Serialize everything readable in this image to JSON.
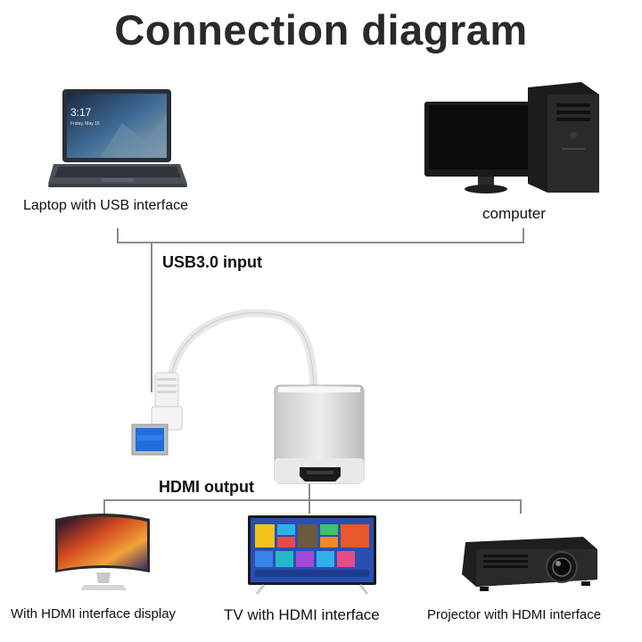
{
  "title": "Connection diagram",
  "sources": [
    {
      "label": "Laptop with USB interface",
      "icon": "laptop-icon"
    },
    {
      "label": "computer",
      "icon": "desktop-computer-icon"
    }
  ],
  "input_label": "USB3.0 input",
  "output_label": "HDMI output",
  "adapter": {
    "icon": "usb-to-hdmi-adapter-icon"
  },
  "outputs": [
    {
      "label": "With HDMI interface display",
      "icon": "curved-monitor-icon"
    },
    {
      "label": "TV with HDMI interface",
      "icon": "smart-tv-icon"
    },
    {
      "label": "Projector with HDMI interface",
      "icon": "projector-icon"
    }
  ],
  "screen_text": {
    "laptop_time": "3:17",
    "laptop_date": "Friday, May 15"
  },
  "colors": {
    "title": "#2a2a2a",
    "line": "#8a8a8a",
    "usb_blue": "#1f6fd6",
    "adapter_silver": "#d9d9d9"
  }
}
